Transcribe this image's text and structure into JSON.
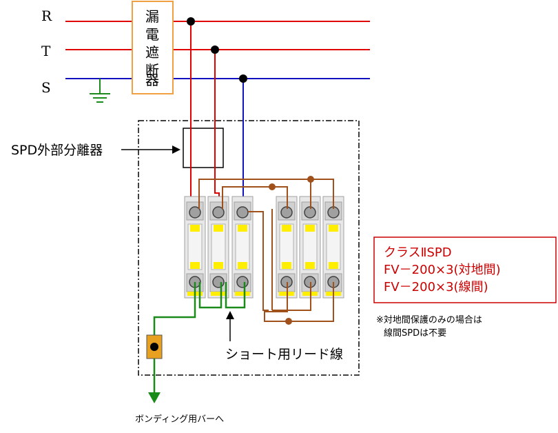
{
  "phases": [
    {
      "label": "R",
      "color": "#e00000"
    },
    {
      "label": "T",
      "color": "#e00000"
    },
    {
      "label": "S",
      "color": "#1010c0"
    }
  ],
  "breaker_label": "漏電遮断器",
  "external_disconnector_label": "SPD外部分離器",
  "short_lead_label": "ショート用リード線",
  "bonding_label": "ボンディング用バーへ",
  "spec": {
    "line1": "クラスⅡSPD",
    "line2": "FV－200×3(対地間)",
    "line3": "FV－200×3(線間)",
    "color": "#cc0000"
  },
  "note": {
    "line1": "※対地間保護のみの場合は",
    "line2": "線間SPDは不要"
  },
  "colors": {
    "ground_wire": "#1a8a1a",
    "jumper_wire": "#a0501a",
    "breaker_border": "#f0a040",
    "bonding_bar": "#e8a020",
    "indicator": "#ffee00"
  }
}
